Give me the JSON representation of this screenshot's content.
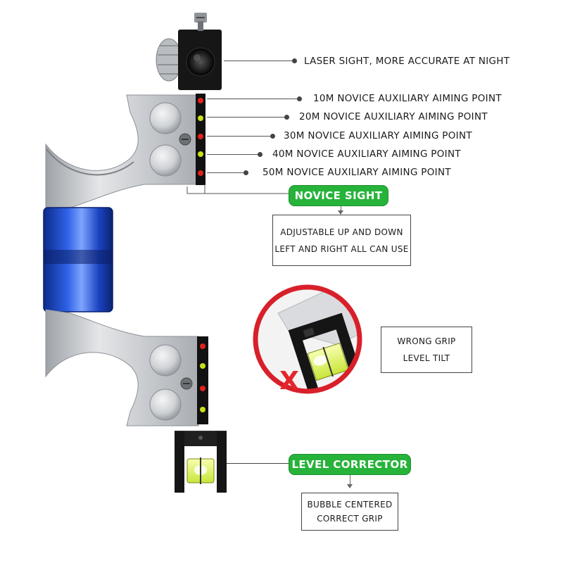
{
  "callouts": {
    "laser": "LASER SIGHT, MORE ACCURATE AT NIGHT",
    "aim_10m": "10M NOVICE AUXILIARY AIMING POINT",
    "aim_20m": "20M NOVICE AUXILIARY AIMING POINT",
    "aim_30m": "30M NOVICE AUXILIARY AIMING POINT",
    "aim_40m": "40M NOVICE AUXILIARY AIMING POINT",
    "aim_50m": "50M NOVICE AUXILIARY AIMING POINT"
  },
  "novice_sight": {
    "badge": "NOVICE SIGHT",
    "line1": "ADJUSTABLE UP AND DOWN",
    "line2": "LEFT AND RIGHT ALL CAN USE"
  },
  "wrong_grip": {
    "line1": "WRONG GRIP",
    "line2": "LEVEL TILT",
    "mark": "X"
  },
  "level_corrector": {
    "badge": "LEVEL CORRECTOR",
    "line1": "BUBBLE CENTERED",
    "line2": "CORRECT GRIP"
  },
  "colors": {
    "badge_green": "#27b33a",
    "frame_silver": "#c9ccd0",
    "grip_blue": "#1f49c8",
    "dot_red": "#e0221c",
    "dot_yellow": "#c8e01a",
    "wrong_circle_red": "#d8202a"
  }
}
